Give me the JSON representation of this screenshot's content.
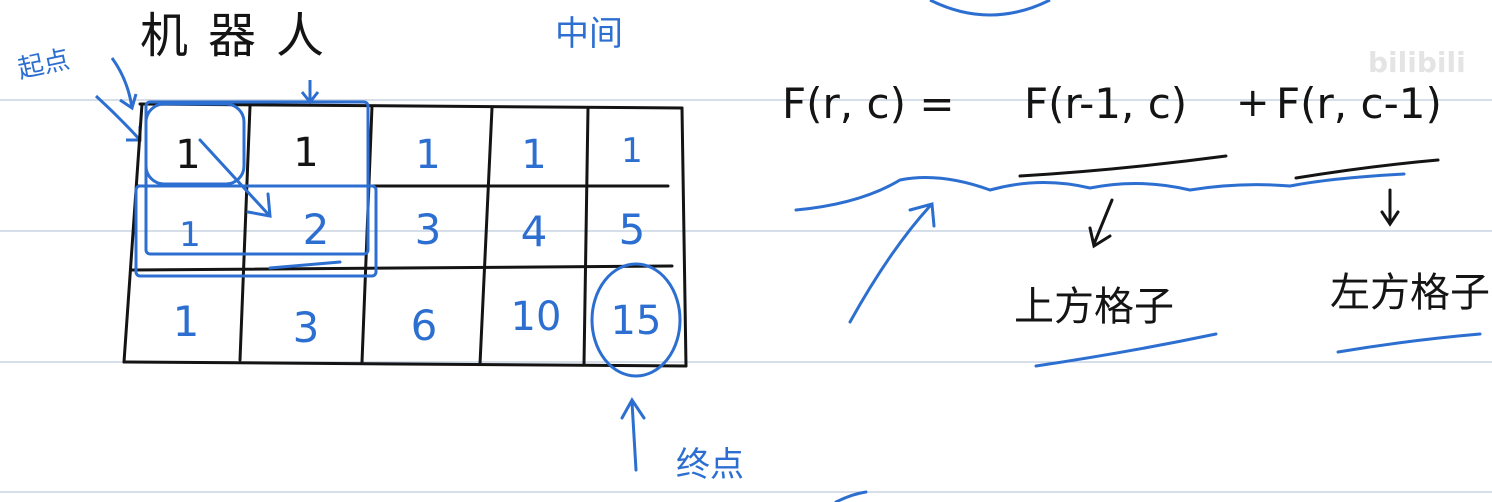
{
  "colors": {
    "background": "#ffffff",
    "ruled_line": "#bcc9dc",
    "black_ink": "#141414",
    "blue_ink": "#2c6fd0",
    "watermark": "#e4e4e4"
  },
  "watermark": {
    "text": "bilibili"
  },
  "title": {
    "text": "机器人"
  },
  "annotations": {
    "start": "起点",
    "middle": "中间",
    "end": "终点",
    "up_cell": "上方格子",
    "left_cell": "左方格子"
  },
  "grid": {
    "rows": [
      [
        "1",
        "1",
        "1",
        "1",
        "1"
      ],
      [
        "1",
        "2",
        "3",
        "4",
        "5"
      ],
      [
        "1",
        "3",
        "6",
        "10",
        "15"
      ]
    ],
    "row_colors": [
      "black",
      "blue",
      "blue"
    ]
  },
  "formula": {
    "lhs": "F(r, c) =",
    "term1": "F(r-1, c)",
    "plus": "+",
    "term2": "F(r, c-1)"
  }
}
